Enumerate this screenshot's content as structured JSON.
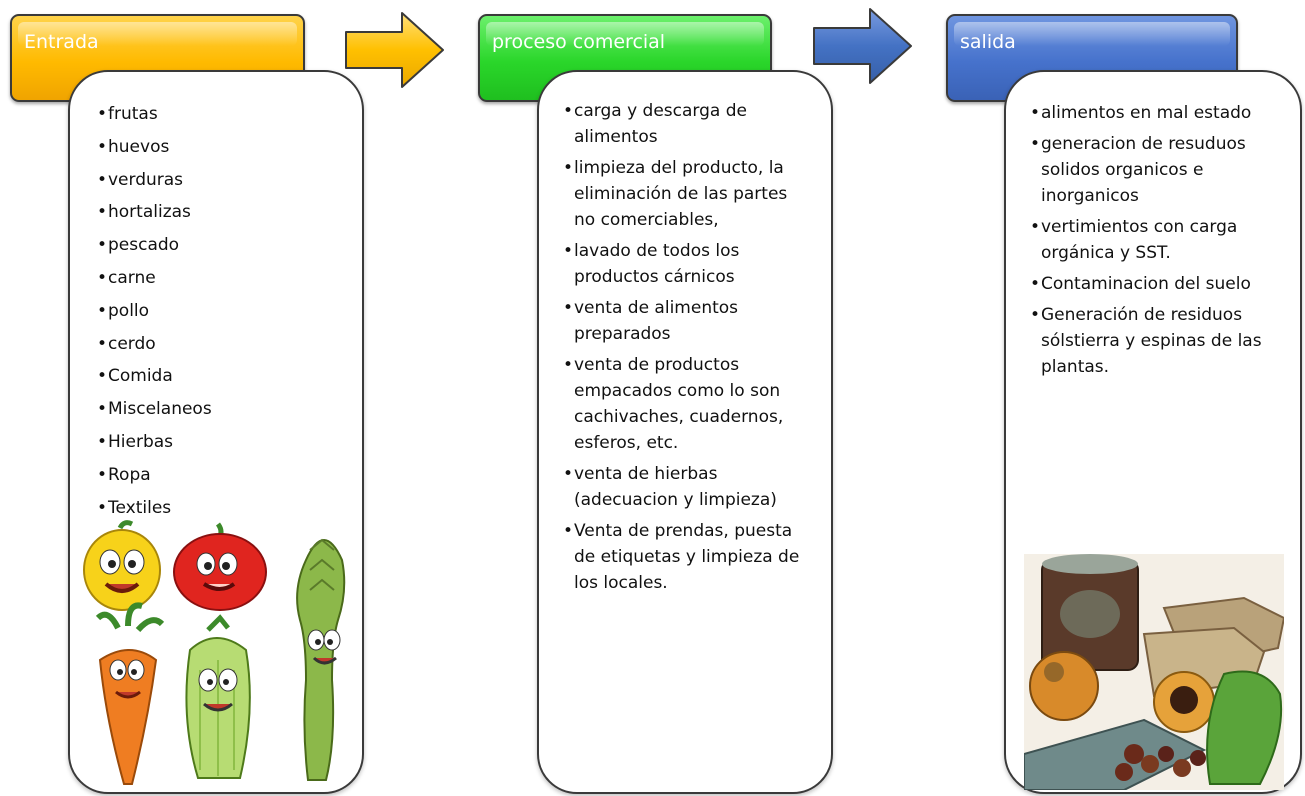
{
  "entrada": {
    "title": "Entrada",
    "color": "#ffba00",
    "items": [
      "frutas",
      "huevos",
      "verduras",
      " hortalizas",
      "pescado",
      "carne",
      "pollo",
      "cerdo",
      "Comida",
      "Miscelaneos",
      "Hierbas",
      "Ropa",
      "Textiles"
    ],
    "image": "cartoon-vegetables-illustration"
  },
  "proceso": {
    "title": "proceso comercial",
    "color": "#2ad62a",
    "items": [
      "carga y descarga de alimentos",
      "limpieza del producto, la eliminación de las partes no comerciables,",
      "lavado de todos los productos cárnicos",
      "venta de alimentos preparados",
      "venta de productos empacados como lo son cachivaches, cuadernos, esferos, etc.",
      "venta de hierbas (adecuacion y limpieza)",
      "Venta de prendas, puesta de etiquetas y limpieza de los locales."
    ]
  },
  "salida": {
    "title": "salida",
    "color": "#4672cc",
    "items": [
      "alimentos en mal estado",
      "generacion de resuduos solidos organicos e inorganicos",
      "vertimientos con carga orgánica y SST.",
      "Contaminacion del suelo",
      " Generación de residuos sólstierra y espinas de las plantas."
    ],
    "image": "spoiled-food-photo"
  },
  "arrows": [
    {
      "color": "#ffc000",
      "icon": "arrow-right-icon"
    },
    {
      "color": "#4472c4",
      "icon": "arrow-right-icon"
    }
  ]
}
